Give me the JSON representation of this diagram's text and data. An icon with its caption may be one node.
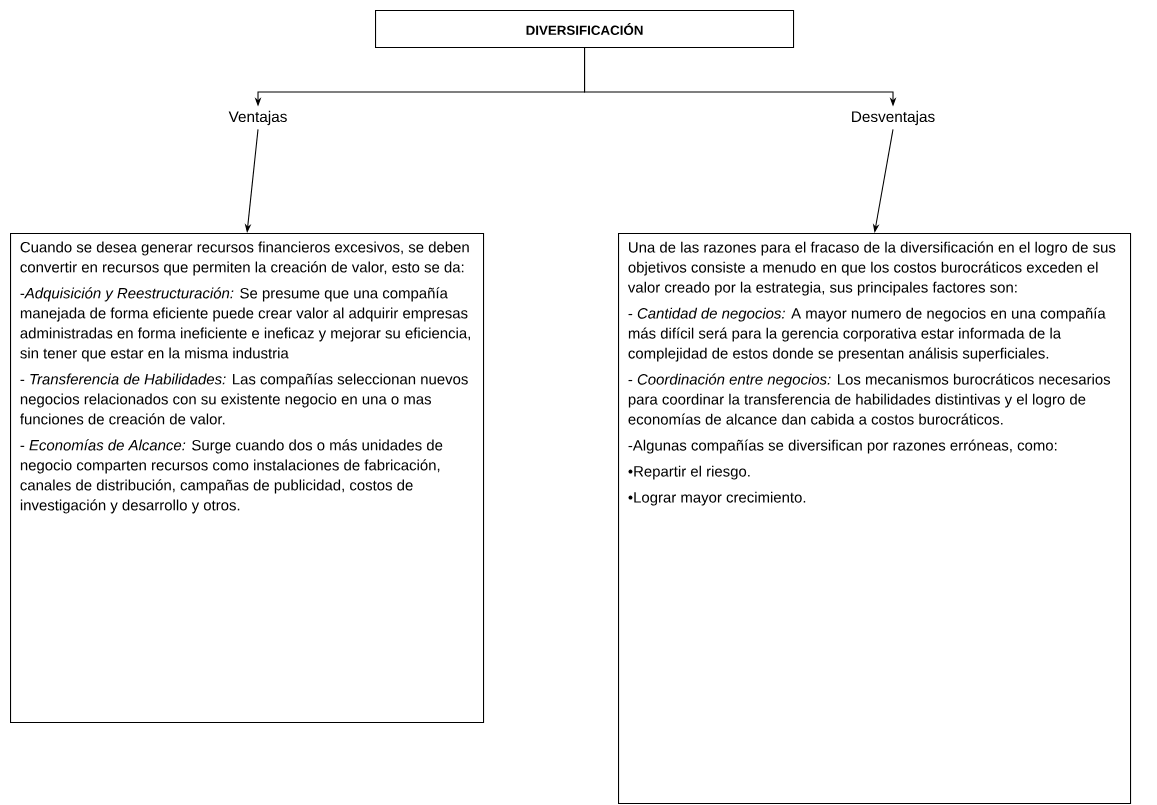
{
  "diagram": {
    "nodes": [
      {
        "text": [
          "DIVERSIFICACIÓN"
        ]
      },
      {
        "text": [
          "Ventajas"
        ]
      },
      {
        "text": [
          "Desventajas"
        ]
      },
      {
        "text": [
          "Cuando se desea generar recursos financieros excesivos, se deben convertir en recursos que permiten la creación de valor, esto se da:",
          "-*Adquisición y Reestructuración:* Se presume que una compañía manejada de forma eficiente puede crear valor al adquirir empresas administradas en forma ineficiente e ineficaz y mejorar su eficiencia, sin tener que estar en la misma industria",
          "- *Transferencia de Habilidades:* Las compañías seleccionan nuevos negocios relacionados con su existente negocio en una o mas funciones de creación de valor.",
          "- *Economías de Alcance:* Surge cuando dos o más unidades de negocio comparten recursos como instalaciones de fabricación, canales de distribución, campañas de publicidad, costos de investigación y desarrollo y otros."
        ]
      },
      {
        "text": [
          "Una de las razones para el fracaso de la diversificación en el logro de sus objetivos consiste a menudo en que los costos burocráticos exceden el valor creado por la estrategia, sus principales factores son:",
          "- *Cantidad de negocios:* A mayor numero de negocios en una compañía más difícil será para la gerencia corporativa estar informada de la complejidad de estos donde se presentan análisis superficiales.",
          "- *Coordinación entre negocios:* Los mecanismos burocráticos necesarios para coordinar la transferencia de habilidades distintivas y el logro de economías de alcance dan cabida a costos burocráticos.",
          "-Algunas compañías se diversifican por razones erróneas, como:",
          "•Repartir el riesgo.",
          "•Lograr mayor crecimiento."
        ]
      }
    ],
    "edges": [
      {
        "from": 0,
        "to": 1,
        "arrow": "to"
      },
      {
        "from": 0,
        "to": 2,
        "arrow": "to"
      },
      {
        "from": 1,
        "to": 3,
        "arrow": "to"
      },
      {
        "from": 2,
        "to": 4,
        "arrow": "to"
      }
    ]
  }
}
